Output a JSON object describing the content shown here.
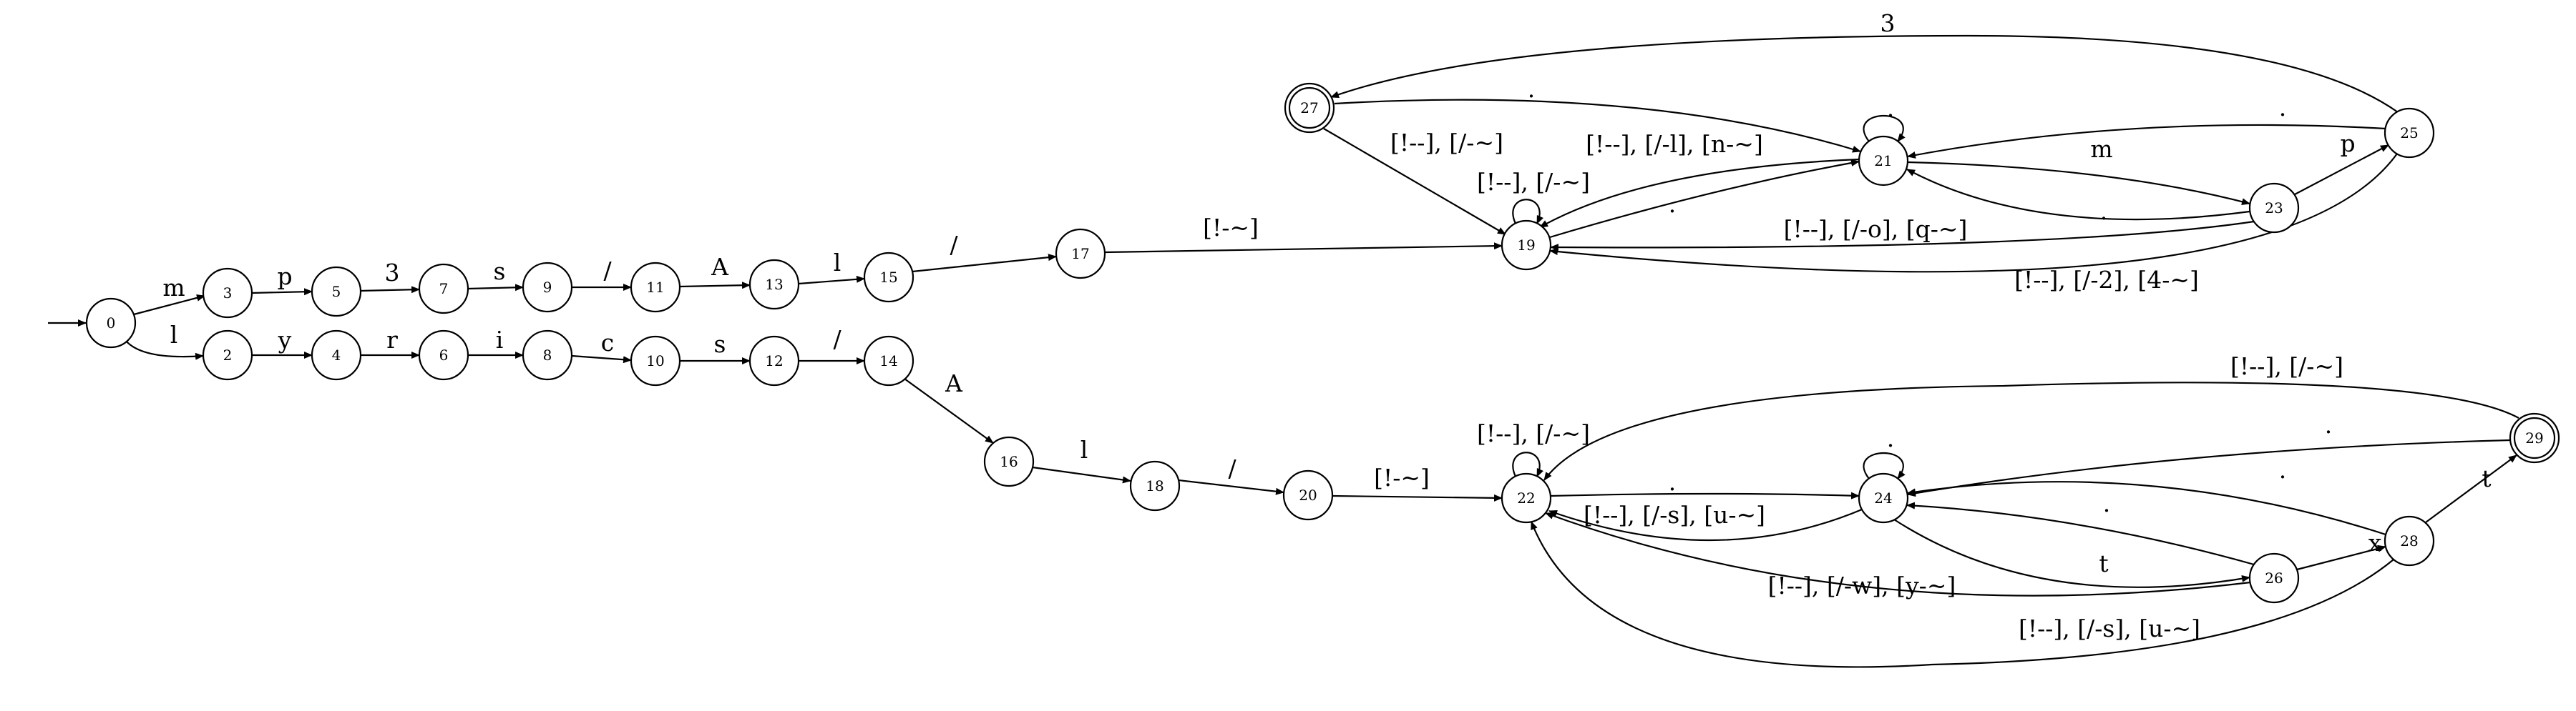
{
  "diagram": {
    "type": "finite-state-automaton",
    "initial_state": "0",
    "accepting_states": [
      "27",
      "29"
    ],
    "states": [
      "0",
      "2",
      "3",
      "4",
      "5",
      "6",
      "7",
      "8",
      "9",
      "10",
      "11",
      "12",
      "13",
      "14",
      "15",
      "16",
      "17",
      "18",
      "19",
      "20",
      "21",
      "22",
      "23",
      "24",
      "25",
      "26",
      "27",
      "28",
      "29"
    ],
    "transitions": [
      {
        "from": "0",
        "to": "3",
        "label": "m"
      },
      {
        "from": "0",
        "to": "2",
        "label": "l"
      },
      {
        "from": "3",
        "to": "5",
        "label": "p"
      },
      {
        "from": "5",
        "to": "7",
        "label": "3"
      },
      {
        "from": "7",
        "to": "9",
        "label": "s"
      },
      {
        "from": "9",
        "to": "11",
        "label": "/"
      },
      {
        "from": "11",
        "to": "13",
        "label": "A"
      },
      {
        "from": "13",
        "to": "15",
        "label": "l"
      },
      {
        "from": "15",
        "to": "17",
        "label": "/"
      },
      {
        "from": "17",
        "to": "19",
        "label": "[!-~]"
      },
      {
        "from": "2",
        "to": "4",
        "label": "y"
      },
      {
        "from": "4",
        "to": "6",
        "label": "r"
      },
      {
        "from": "6",
        "to": "8",
        "label": "i"
      },
      {
        "from": "8",
        "to": "10",
        "label": "c"
      },
      {
        "from": "10",
        "to": "12",
        "label": "s"
      },
      {
        "from": "12",
        "to": "14",
        "label": "/"
      },
      {
        "from": "14",
        "to": "16",
        "label": "A"
      },
      {
        "from": "16",
        "to": "18",
        "label": "l"
      },
      {
        "from": "18",
        "to": "20",
        "label": "/"
      },
      {
        "from": "20",
        "to": "22",
        "label": "[!-~]"
      },
      {
        "from": "19",
        "to": "19",
        "label": "[!--], [/-~]"
      },
      {
        "from": "19",
        "to": "21",
        "label": "."
      },
      {
        "from": "21",
        "to": "19",
        "label": "[!--], [/-l], [n-~]"
      },
      {
        "from": "21",
        "to": "21",
        "label": "."
      },
      {
        "from": "21",
        "to": "23",
        "label": "m"
      },
      {
        "from": "23",
        "to": "21",
        "label": "."
      },
      {
        "from": "23",
        "to": "19",
        "label": "[!--], [/-o], [q-~]"
      },
      {
        "from": "23",
        "to": "25",
        "label": "p"
      },
      {
        "from": "25",
        "to": "21",
        "label": "."
      },
      {
        "from": "25",
        "to": "19",
        "label": "[!--], [/-2], [4-~]"
      },
      {
        "from": "25",
        "to": "27",
        "label": "3"
      },
      {
        "from": "27",
        "to": "21",
        "label": "."
      },
      {
        "from": "27",
        "to": "19",
        "label": "[!--], [/-~]"
      },
      {
        "from": "22",
        "to": "22",
        "label": "[!--], [/-~]"
      },
      {
        "from": "22",
        "to": "24",
        "label": "."
      },
      {
        "from": "24",
        "to": "22",
        "label": "[!--], [/-s], [u-~]"
      },
      {
        "from": "24",
        "to": "24",
        "label": "."
      },
      {
        "from": "24",
        "to": "26",
        "label": "t"
      },
      {
        "from": "26",
        "to": "24",
        "label": "."
      },
      {
        "from": "26",
        "to": "22",
        "label": "[!--], [/-w], [y-~]"
      },
      {
        "from": "26",
        "to": "28",
        "label": "x"
      },
      {
        "from": "28",
        "to": "24",
        "label": "."
      },
      {
        "from": "28",
        "to": "22",
        "label": "[!--], [/-s], [u-~]"
      },
      {
        "from": "28",
        "to": "29",
        "label": "t"
      },
      {
        "from": "29",
        "to": "24",
        "label": "."
      },
      {
        "from": "29",
        "to": "22",
        "label": "[!--], [/-~]"
      }
    ]
  }
}
